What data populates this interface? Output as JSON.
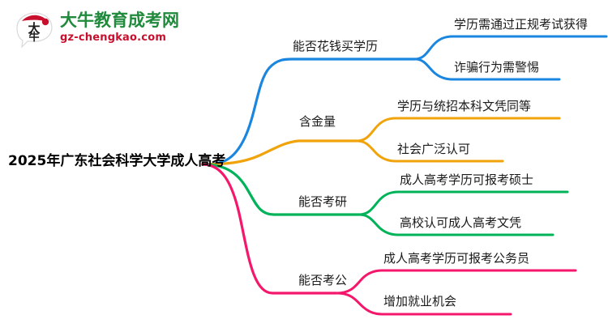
{
  "logo": {
    "mark_icon": "speech-bubble-logo-icon",
    "mark_text": "大牛",
    "title": "大牛教育成考网",
    "subtitle": "gz-chengkao.com",
    "title_color": "#1f8a3b",
    "subtitle_color": "#c8102e"
  },
  "mindmap": {
    "root": {
      "label": "2025年广东社会科学大学成人高考"
    },
    "branches": [
      {
        "label": "能否花钱买学历",
        "color": "#1a86e0",
        "children": [
          {
            "label": "学历需通过正规考试获得"
          },
          {
            "label": "诈骗行为需警惕"
          }
        ]
      },
      {
        "label": "含金量",
        "color": "#f0a30a",
        "children": [
          {
            "label": "学历与统招本科文凭同等"
          },
          {
            "label": "社会广泛认可"
          }
        ]
      },
      {
        "label": "能否考研",
        "color": "#00b359",
        "children": [
          {
            "label": "成人高考学历可报考硕士"
          },
          {
            "label": "高校认可成人高考文凭"
          }
        ]
      },
      {
        "label": "能否考公",
        "color": "#f5176b",
        "children": [
          {
            "label": "成人高考学历可报考公务员"
          },
          {
            "label": "增加就业机会"
          }
        ]
      }
    ]
  }
}
